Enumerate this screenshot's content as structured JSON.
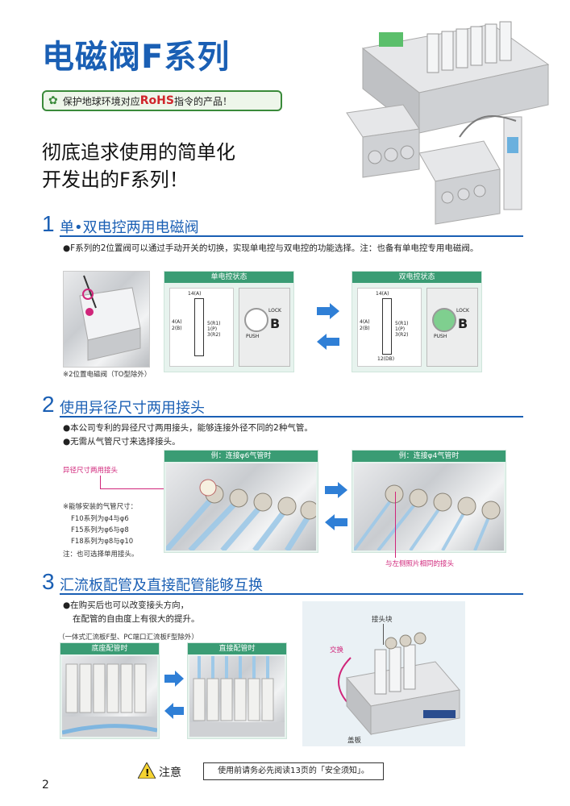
{
  "header": {
    "title": "电磁阀F系列",
    "rohs_pre": "保护地球环境对应",
    "rohs_big": "RoHS",
    "rohs_post": "指令的产品！",
    "tagline1": "彻底追求使用的简单化",
    "tagline2": "开发出的F系列！"
  },
  "sec1": {
    "num": "1",
    "title": "单•双电控两用电磁阀",
    "desc": "●F系列的2位置阀可以通过手动开关的切换，实现单电控与双电控的功能选择。注：也备有单电控专用电磁阀。",
    "photo_caption": "※2位置电磁阀（TO型除外）",
    "left_head": "单电控状态",
    "right_head": "双电控状态",
    "sym_14": "14(A)",
    "sym_4": "4(A)",
    "sym_2": "2(B)",
    "sym_5": "5(R1)",
    "sym_1": "1(P)",
    "sym_3": "3(R2)",
    "sym_12": "12(DB)",
    "lock": "LOCK",
    "push": "PUSH",
    "b": "B"
  },
  "sec2": {
    "num": "2",
    "title": "使用异径尺寸两用接头",
    "desc1": "●本公司专利的异径尺寸两用接头，能够连接外径不同的2种气管。",
    "desc2": "●无需从气管尺寸来选择接头。",
    "left_label": "异径尺寸两用接头",
    "note_title": "※能够安装的气管尺寸：",
    "note1": "F10系列为φ4与φ6",
    "note2": "F15系列为φ6与φ8",
    "note3": "F18系列为φ8与φ10",
    "note4": "注：也可选择单用接头。",
    "left_head": "例：连接φ6气管时",
    "right_head": "例：连接φ4气管时",
    "right_label": "与左侧照片相同的接头"
  },
  "sec3": {
    "num": "3",
    "title": "汇流板配管及直接配管能够互换",
    "desc1": "●在购买后也可以改变接头方向，",
    "desc2": "在配管的自由度上有很大的提升。",
    "note": "（一体式汇流板F型、PC端口汇流板F型除外）",
    "left_head": "底座配管时",
    "right_head": "直接配管时",
    "label_block": "接头块",
    "label_swap": "交换",
    "label_cover": "盖板"
  },
  "footer": {
    "caution": "注意",
    "caution_box": "使用前请务必先阅读13页的「安全须知」。",
    "page": "2"
  }
}
